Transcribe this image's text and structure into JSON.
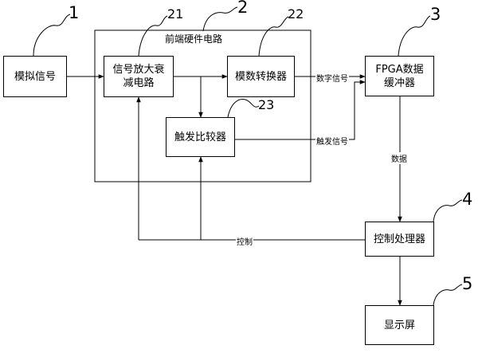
{
  "diagram": {
    "blocks": {
      "analog_signal": "模拟信号",
      "amp_atten": "信号放大衰\n减电路",
      "adc": "模数转换器",
      "trigger": "触发比较器",
      "fpga": "FPGA数据\n缓冲器",
      "controller": "控制处理器",
      "display": "显示屏"
    },
    "group_title": "前端硬件电路",
    "edge_labels": {
      "digital_signal": "数字信号",
      "trigger_signal": "触发信号",
      "data": "数据",
      "control": "控制"
    },
    "ref_numbers": {
      "n1": "1",
      "n2": "2",
      "n3": "3",
      "n4": "4",
      "n5": "5",
      "n21": "21",
      "n22": "22",
      "n23": "23"
    }
  }
}
